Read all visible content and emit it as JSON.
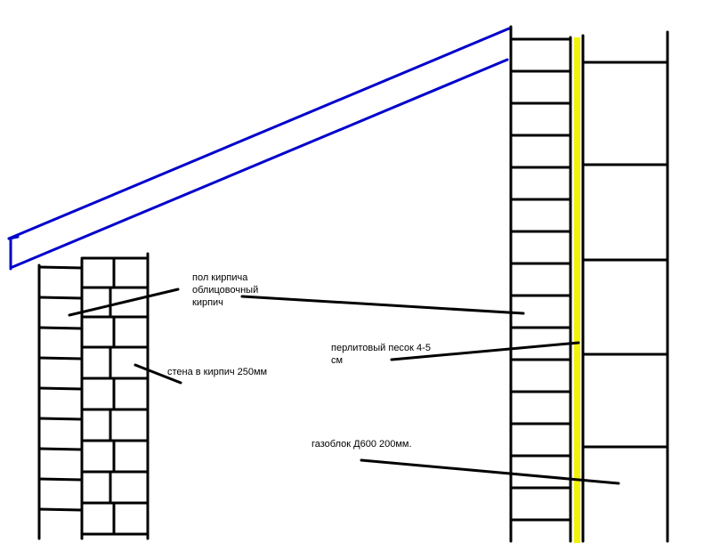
{
  "labels": {
    "facing_brick": [
      "пол кирпича",
      "облицовочный",
      "кирпич"
    ],
    "perlite": [
      "перлитовый песок 4-5",
      "см"
    ],
    "brick_wall": "стена в кирпич 250мм",
    "aerated_block": "газоблок Д600 200мм."
  },
  "colors": {
    "roof": "#0000cc",
    "insulation": "#f2f20a",
    "lines": "#000000"
  }
}
